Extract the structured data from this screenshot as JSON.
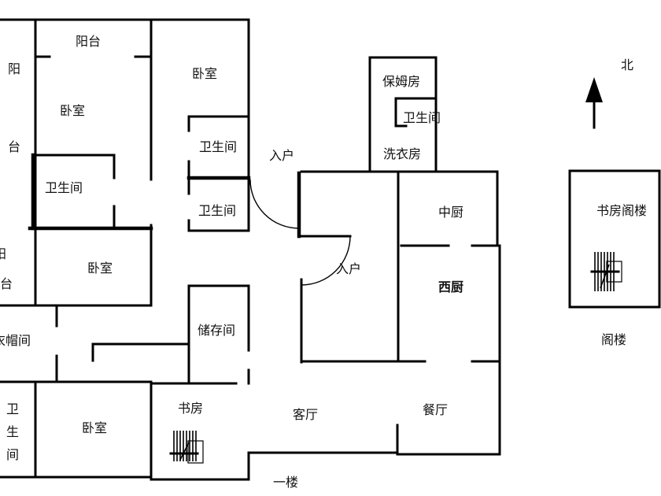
{
  "floor_1": {
    "title": "一楼",
    "rooms": {
      "balcony_north": "阳台",
      "balcony_west_upper": [
        "阳",
        "台"
      ],
      "bedroom_northwest": "卧室",
      "bedroom_north": "卧室",
      "bathroom_north_upper": "卫生间",
      "bathroom_west": "卫生间",
      "bathroom_north_lower": "卫生间",
      "entry_outer": "入户",
      "balcony_west_lower": [
        "阳",
        "台"
      ],
      "bedroom_west": "卧室",
      "entry_inner": "入户",
      "nanny_room": "保姆房",
      "nanny_bathroom": "卫生间",
      "laundry_room": "洗衣房",
      "chinese_kitchen": "中厨",
      "western_kitchen": "西厨",
      "storage_room": "储存间",
      "walk_in_closet": "衣帽间",
      "bathroom_southwest": [
        "卫",
        "生",
        "间"
      ],
      "bedroom_southwest": "卧室",
      "study": "书房",
      "living_room": "客厅",
      "dining_room": "餐厅"
    }
  },
  "attic": {
    "title": "阁楼",
    "rooms": {
      "study_attic": "书房阁楼"
    }
  },
  "compass": {
    "north_label": "北",
    "icon": "north-arrow-icon"
  },
  "symbols": {
    "stairs_icon": "stair-icon",
    "door_icon": "door-swing-icon"
  },
  "colors": {
    "wall": "#000000",
    "text": "#111111",
    "background": "#ffffff"
  }
}
